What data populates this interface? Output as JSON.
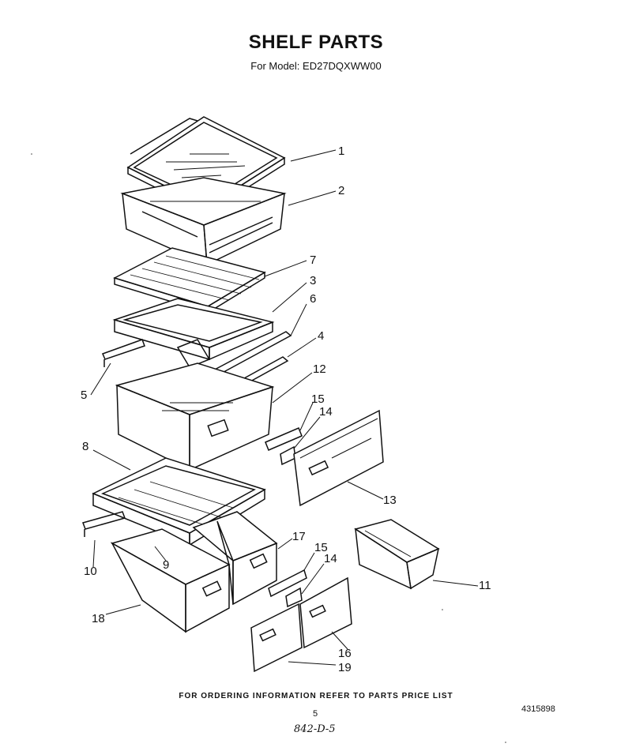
{
  "header": {
    "title": "SHELF PARTS",
    "subtitle": "For Model: ED27DQXWW00"
  },
  "callouts": [
    "1",
    "2",
    "7",
    "3",
    "6",
    "4",
    "5",
    "12",
    "15",
    "14",
    "8",
    "13",
    "17",
    "15",
    "14",
    "10",
    "9",
    "11",
    "18",
    "16",
    "19"
  ],
  "footer": {
    "ordering_note": "FOR ORDERING INFORMATION REFER TO PARTS PRICE LIST",
    "page_number": "5",
    "doc_number": "4315898",
    "handwritten": "842-D-5"
  }
}
